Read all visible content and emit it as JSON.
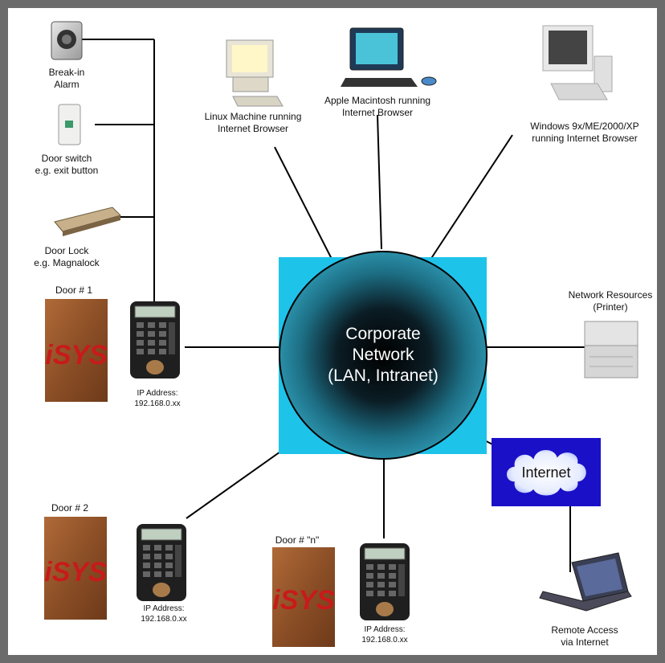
{
  "center": {
    "line1": "Corporate",
    "line2": "Network",
    "line3": "(LAN, Intranet)",
    "color": "#1ec3ea"
  },
  "devices": {
    "alarm": {
      "line1": "Break-in",
      "line2": "Alarm"
    },
    "door_switch": {
      "line1": "Door switch",
      "line2": "e.g. exit button"
    },
    "door_lock": {
      "line1": "Door Lock",
      "line2": "e.g. Magnalock"
    }
  },
  "computers": {
    "linux": {
      "line1": "Linux Machine running",
      "line2": "Internet Browser"
    },
    "mac": {
      "line1": "Apple Macintosh running",
      "line2": "Internet Browser"
    },
    "windows": {
      "line1": "Windows 9x/ME/2000/XP",
      "line2": "running Internet Browser"
    }
  },
  "network_resources": {
    "line1": "Network Resources",
    "line2": "(Printer)"
  },
  "internet": {
    "label": "Internet",
    "color": "#1a10c8"
  },
  "remote": {
    "line1": "Remote Access",
    "line2": "via Internet"
  },
  "doors": [
    {
      "title": "Door # 1",
      "logo": "iSYS",
      "ip_label": "IP Address:",
      "ip": "192.168.0.xx"
    },
    {
      "title": "Door # 2",
      "logo": "iSYS",
      "ip_label": "IP Address:",
      "ip": "192.168.0.xx"
    },
    {
      "title": "Door # \"n\"",
      "logo": "iSYS",
      "ip_label": "IP Address:",
      "ip": "192.168.0.xx"
    }
  ],
  "colors": {
    "border": "#6b6b6b",
    "door_panel": "#9a5a2e",
    "logo_red": "#c81a1a"
  }
}
